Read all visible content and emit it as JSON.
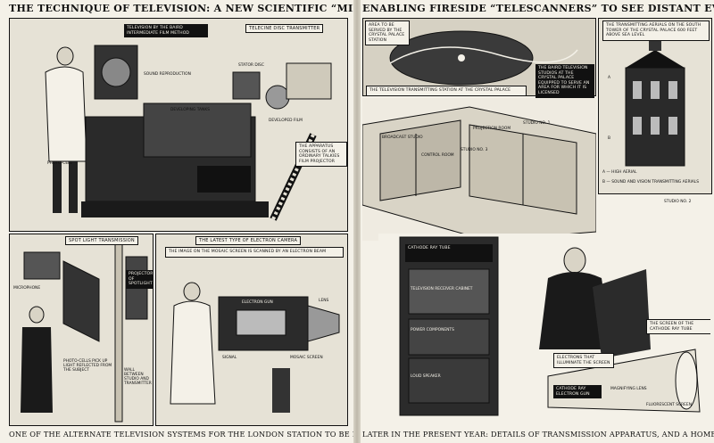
{
  "headline_left": "THE TECHNIQUE OF TELEVISION: A NEW SCIENTIFIC “MIRACLE”",
  "headline_right": "ENABLING FIRESIDE “TELESCANNERS” TO SEE DISTANT EVENTS.",
  "footer_left": "ONE OF THE ALTERNATE TELEVISION SYSTEMS FOR THE LONDON STATION TO BE ESTABLISHED",
  "footer_right": "LATER IN THE PRESENT YEAR: DETAILS OF TRANSMISSION APPARATUS, AND A HOME RECEIVER.",
  "panels": {
    "film_apparatus": {
      "callout_1": "TELEVISION BY THE BAIRD INTERMEDIATE FILM METHOD",
      "callout_2": "TELECINE DISC TRANSMITTER",
      "callout_3": "DEVELOPING TANKS",
      "callout_4": "SOUND REPRODUCTION",
      "callout_5": "THE APPARATUS CONSISTS OF AN ORDINARY TALKIES FILM PROJECTOR",
      "callout_6": "DEVELOPED FILM",
      "callout_7": "STATOR DISC",
      "callout_8": "PHOTO-CELL"
    },
    "spotlight": {
      "title": "SPOT LIGHT TRANSMISSION",
      "callout_1": "PROJECTOR OF SPOTLIGHT",
      "callout_2": "MICROPHONE",
      "callout_3": "WALL BETWEEN STUDIO AND TRANSMITTER",
      "callout_4": "PHOTO-CELLS PICK UP LIGHT REFLECTED FROM THE SUBJECT"
    },
    "electron_camera": {
      "title": "THE LATEST TYPE OF ELECTRON CAMERA",
      "callout_1": "THE IMAGE ON THE MOSAIC SCREEN IS SCANNED BY AN ELECTRON BEAM",
      "callout_2": "SIGNAL",
      "callout_3": "ELECTRON GUN",
      "callout_4": "LENS",
      "callout_5": "MOSAIC SCREEN"
    },
    "crystal_palace": {
      "callout_1": "AREA TO BE SERVED BY THE CRYSTAL PALACE STATION",
      "callout_2": "THE BAIRD TELEVISION STUDIOS AT THE CRYSTAL PALACE EQUIPPED TO SERVE AN AREA FOR WHICH IT IS LICENSED",
      "callout_3": "THE TRANSMITTING AERIALS ON THE SOUTH TOWER OF THE CRYSTAL PALACE 600 FEET ABOVE SEA LEVEL",
      "callout_4": "THE TELEVISION TRANSMITTING STATION AT THE CRYSTAL PALACE",
      "callout_5": "A — HIGH AERIAL",
      "callout_6": "B — SOUND AND VISION TRANSMITTING AERIALS",
      "marker_a": "A",
      "marker_b": "B"
    },
    "studios": {
      "studio_1": "STUDIO NO. 1",
      "studio_2": "STUDIO NO. 2",
      "studio_3": "STUDIO NO. 3",
      "control": "CONTROL ROOM",
      "projection": "PROJECTION ROOM",
      "broadcast": "BROADCAST STUDIO"
    },
    "receiver": {
      "callout_1": "CATHODE RAY TUBE",
      "callout_2": "TELEVISION RECEIVER CABINET",
      "callout_3": "POWER COMPONENTS",
      "callout_4": "LOUD SPEAKER",
      "callout_5": "ELECTRONS THAT ILLUMINATE THE SCREEN",
      "callout_6": "CATHODE RAY ELECTRON GUN",
      "callout_7": "MAGNIFYING LENS",
      "callout_8": "FLUORESCENT SCREEN",
      "callout_9": "THE SCREEN OF THE CATHODE RAY TUBE"
    }
  }
}
